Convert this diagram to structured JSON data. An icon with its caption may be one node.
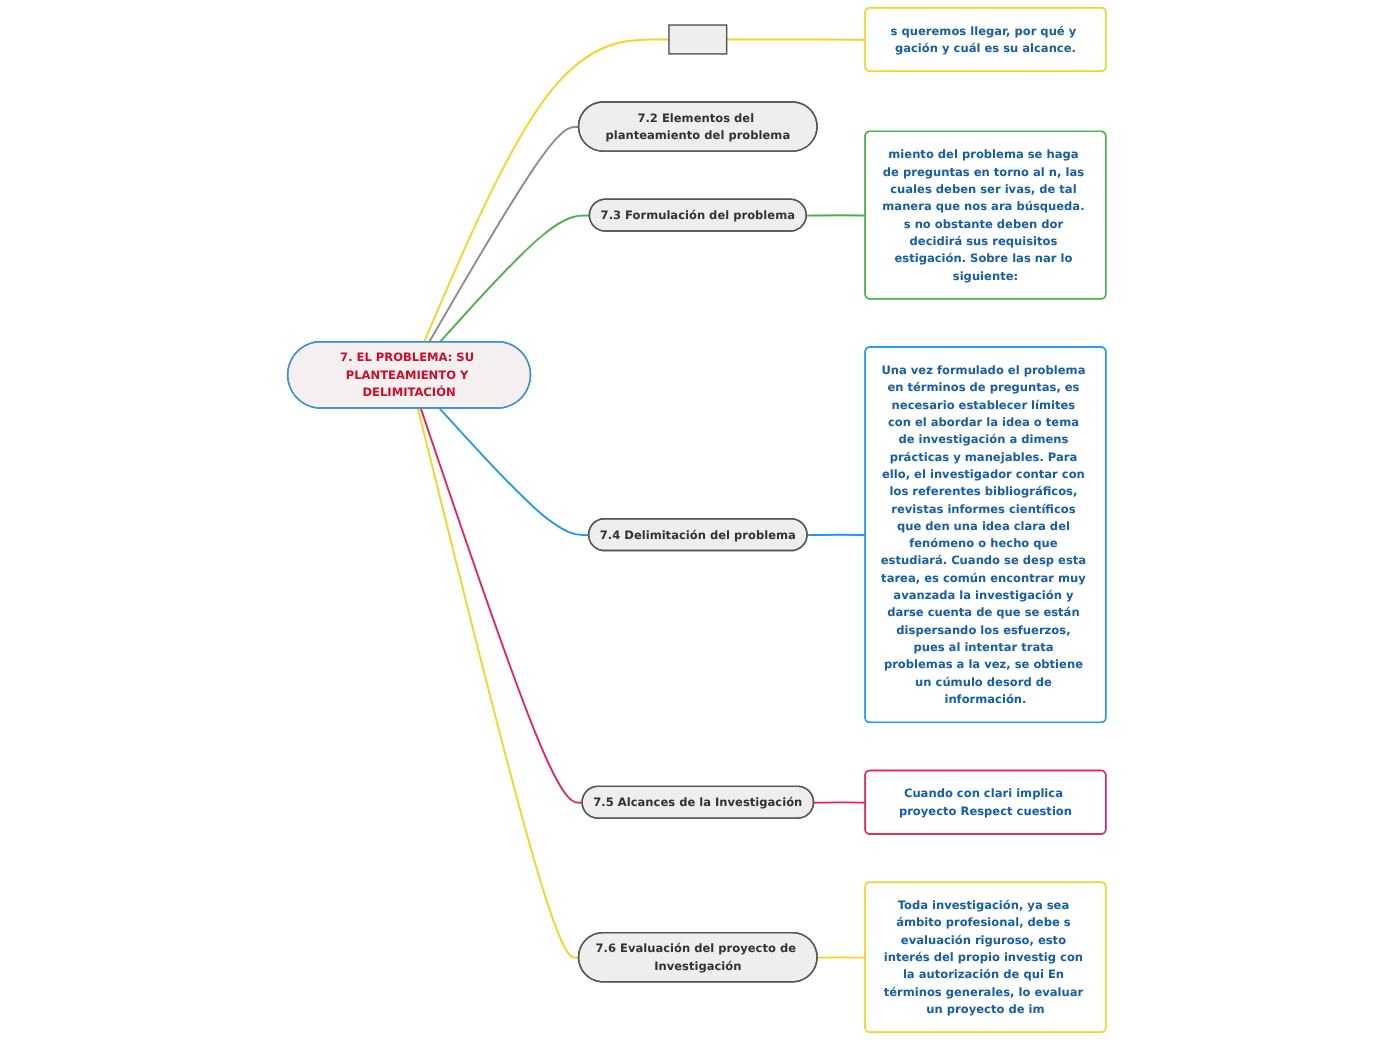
{
  "diagram": {
    "nodes": [
      {
        "text": [
          "7. EL PROBLEMA: SU PLANTEAMIENTO Y DELIMITACIÓN"
        ]
      },
      {
        "text": [],
        "shape": "box"
      },
      {
        "text": [
          "s queremos llegar, por qué y gación y cuál es su alcance."
        ]
      },
      {
        "text": [
          "7.2 Elementos del planteamiento del problema"
        ]
      },
      {
        "text": [
          "7.3 Formulación del problema"
        ]
      },
      {
        "text": [
          "miento del problema se haga de preguntas en torno al n, las cuales deben ser ivas, de tal manera que nos ara búsqueda. s no obstante deben dor decidirá sus requisitos estigación. Sobre las nar lo siguiente:"
        ]
      },
      {
        "text": [
          "7.4 Delimitación del problema"
        ]
      },
      {
        "text": [
          "Una vez formulado el problema en términos de preguntas, es necesario establecer límites con el abordar la idea o tema de investigación a dimens prácticas y manejables. Para ello, el investigador contar con los referentes bibliográficos, revistas informes científicos que den una idea clara del fenómeno o hecho que estudiará. Cuando se desp esta tarea, es común encontrar muy avanzada la investigación y darse cuenta de que se están dispersando los esfuerzos, pues al intentar trata problemas a la vez, se obtiene un cúmulo desord de información."
        ]
      },
      {
        "text": [
          "7.5 Alcances de la Investigación"
        ]
      },
      {
        "text": [
          "Cuando con clari implica proyecto Respect cuestion"
        ]
      },
      {
        "text": [
          "7.6 Evaluación del proyecto de Investigación"
        ]
      },
      {
        "text": [
          "Toda investigación, ya sea ámbito profesional, debe s evaluación riguroso, esto interés del propio investig con la autorización de qui En términos generales, lo evaluar un proyecto de im"
        ]
      }
    ],
    "edges": [
      {
        "from": 0,
        "to": 1,
        "arrow": "none",
        "color": "#f5d327"
      },
      {
        "from": 1,
        "to": 2,
        "arrow": "none",
        "color": "#f5d327"
      },
      {
        "from": 0,
        "to": 3,
        "arrow": "none",
        "color": "#8c8c8c"
      },
      {
        "from": 0,
        "to": 4,
        "arrow": "none",
        "color": "#4caf50"
      },
      {
        "from": 4,
        "to": 5,
        "arrow": "none",
        "color": "#4caf50"
      },
      {
        "from": 0,
        "to": 6,
        "arrow": "none",
        "color": "#2196f3"
      },
      {
        "from": 6,
        "to": 7,
        "arrow": "none",
        "color": "#2196f3"
      },
      {
        "from": 0,
        "to": 8,
        "arrow": "none",
        "color": "#e0245e"
      },
      {
        "from": 8,
        "to": 9,
        "arrow": "none",
        "color": "#e0245e"
      },
      {
        "from": 0,
        "to": 10,
        "arrow": "none",
        "color": "#f5d327"
      },
      {
        "from": 10,
        "to": 11,
        "arrow": "none",
        "color": "#f5d327"
      }
    ]
  }
}
